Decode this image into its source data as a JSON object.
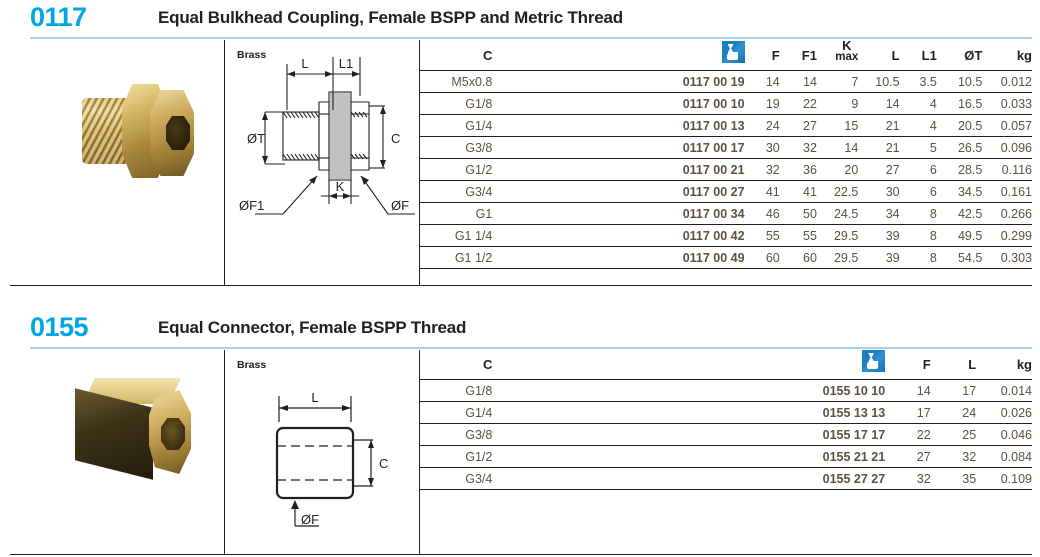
{
  "sections": [
    {
      "code": "0117",
      "title": "Equal Bulkhead Coupling, Female BSPP and Metric Thread",
      "material": "Brass",
      "icon": "product-code-icon",
      "drawing_labels": [
        "L",
        "L1",
        "ØT",
        "C",
        "K",
        "ØF1",
        "ØF"
      ],
      "table": {
        "headers": [
          "C",
          "",
          "F",
          "F1",
          "K",
          "max",
          "L",
          "L1",
          "ØT",
          "kg"
        ],
        "columns": [
          "C",
          "ref",
          "F",
          "F1",
          "Kmax",
          "L",
          "L1",
          "OT",
          "kg"
        ],
        "rows": [
          {
            "c": "M5x0.8",
            "ref": "0117 00 19",
            "f": "14",
            "f1": "14",
            "kmax": "7",
            "l": "10.5",
            "l1": "3.5",
            "ot": "10.5",
            "kg": "0.012"
          },
          {
            "c": "G1/8",
            "ref": "0117 00 10",
            "f": "19",
            "f1": "22",
            "kmax": "9",
            "l": "14",
            "l1": "4",
            "ot": "16.5",
            "kg": "0.033"
          },
          {
            "c": "G1/4",
            "ref": "0117 00 13",
            "f": "24",
            "f1": "27",
            "kmax": "15",
            "l": "21",
            "l1": "4",
            "ot": "20.5",
            "kg": "0.057"
          },
          {
            "c": "G3/8",
            "ref": "0117 00 17",
            "f": "30",
            "f1": "32",
            "kmax": "14",
            "l": "21",
            "l1": "5",
            "ot": "26.5",
            "kg": "0.096"
          },
          {
            "c": "G1/2",
            "ref": "0117 00 21",
            "f": "32",
            "f1": "36",
            "kmax": "20",
            "l": "27",
            "l1": "6",
            "ot": "28.5",
            "kg": "0.116"
          },
          {
            "c": "G3/4",
            "ref": "0117 00 27",
            "f": "41",
            "f1": "41",
            "kmax": "22.5",
            "l": "30",
            "l1": "6",
            "ot": "34.5",
            "kg": "0.161"
          },
          {
            "c": "G1",
            "ref": "0117 00 34",
            "f": "46",
            "f1": "50",
            "kmax": "24.5",
            "l": "34",
            "l1": "8",
            "ot": "42.5",
            "kg": "0.266"
          },
          {
            "c": "G1 1/4",
            "ref": "0117 00 42",
            "f": "55",
            "f1": "55",
            "kmax": "29.5",
            "l": "39",
            "l1": "8",
            "ot": "49.5",
            "kg": "0.299"
          },
          {
            "c": "G1 1/2",
            "ref": "0117 00 49",
            "f": "60",
            "f1": "60",
            "kmax": "29.5",
            "l": "39",
            "l1": "8",
            "ot": "54.5",
            "kg": "0.303"
          }
        ]
      }
    },
    {
      "code": "0155",
      "title": "Equal Connector, Female BSPP Thread",
      "material": "Brass",
      "icon": "product-code-icon",
      "drawing_labels": [
        "L",
        "C",
        "ØF"
      ],
      "table": {
        "headers": [
          "C",
          "",
          "F",
          "L",
          "kg"
        ],
        "columns": [
          "C",
          "ref",
          "F",
          "L",
          "kg"
        ],
        "rows": [
          {
            "c": "G1/8",
            "ref": "0155 10 10",
            "f": "14",
            "l": "17",
            "kg": "0.014"
          },
          {
            "c": "G1/4",
            "ref": "0155 13 13",
            "f": "17",
            "l": "24",
            "kg": "0.026"
          },
          {
            "c": "G3/8",
            "ref": "0155 17 17",
            "f": "22",
            "l": "25",
            "kg": "0.046"
          },
          {
            "c": "G1/2",
            "ref": "0155 21 21",
            "f": "27",
            "l": "32",
            "kg": "0.084"
          },
          {
            "c": "G3/4",
            "ref": "0155 27 27",
            "f": "32",
            "l": "35",
            "kg": "0.109"
          }
        ]
      }
    }
  ],
  "colors": {
    "accent_blue": "#00a5e3",
    "rule_blue": "#a8cfe8",
    "text_dark": "#231f20",
    "value_gray": "#5e5042",
    "icon_blue": "#1a7fc1"
  }
}
